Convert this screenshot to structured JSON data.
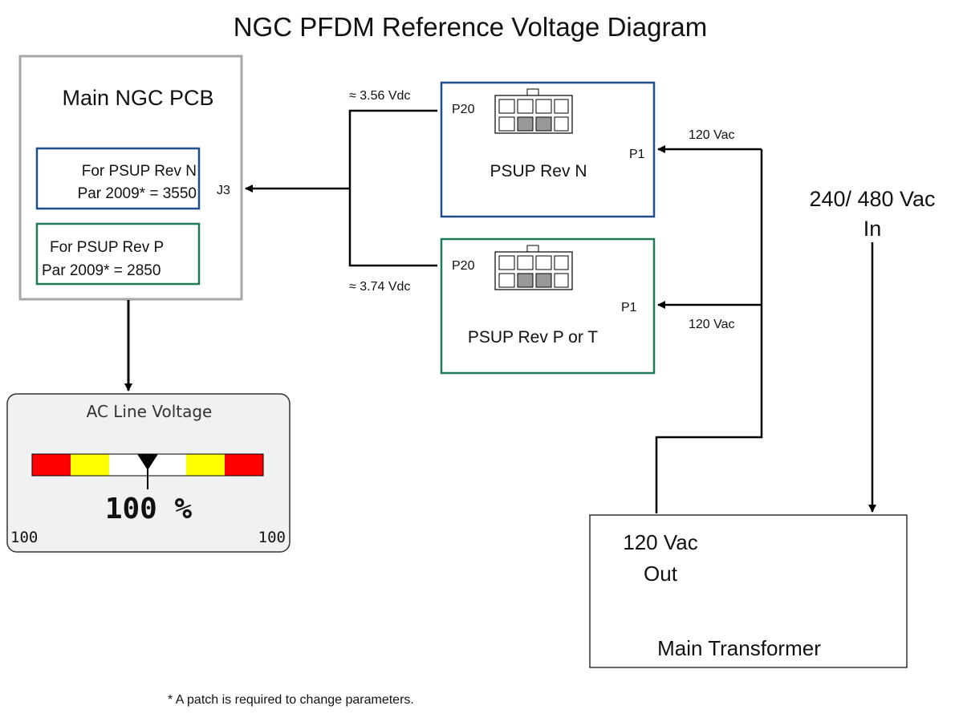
{
  "title": "NGC PFDM Reference Voltage Diagram",
  "main_pcb": {
    "label": "Main NGC PCB",
    "connector": "J3",
    "rev_n_box": {
      "line1": "For PSUP Rev N",
      "line2": "Par 2009* = 3550",
      "color": "#1f4e8c"
    },
    "rev_p_box": {
      "line1": "For PSUP Rev P",
      "line2": "Par 2009* = 2850",
      "color": "#1e7a55"
    }
  },
  "psup_n": {
    "label": "PSUP Rev N",
    "p20": "P20",
    "p1": "P1",
    "vdc": "≈ 3.56 Vdc",
    "vac": "120 Vac",
    "color": "#1f4e8c"
  },
  "psup_p": {
    "label": "PSUP Rev P or T",
    "p20": "P20",
    "p1": "P1",
    "vdc": "≈ 3.74 Vdc",
    "vac": "120 Vac",
    "color": "#1e7a55"
  },
  "input": {
    "line1": "240/ 480 Vac",
    "line2": "In"
  },
  "transformer": {
    "out_line1": "120 Vac",
    "out_line2": "Out",
    "label": "Main Transformer"
  },
  "gauge": {
    "title": "AC Line Voltage",
    "reading": "100 %",
    "min_label": "100",
    "max_label": "100",
    "level_percent": 50,
    "colors": {
      "red": "#ff0000",
      "yellow": "#ffff00",
      "white": "#ffffff"
    }
  },
  "footnote": "* A patch is required to change parameters."
}
